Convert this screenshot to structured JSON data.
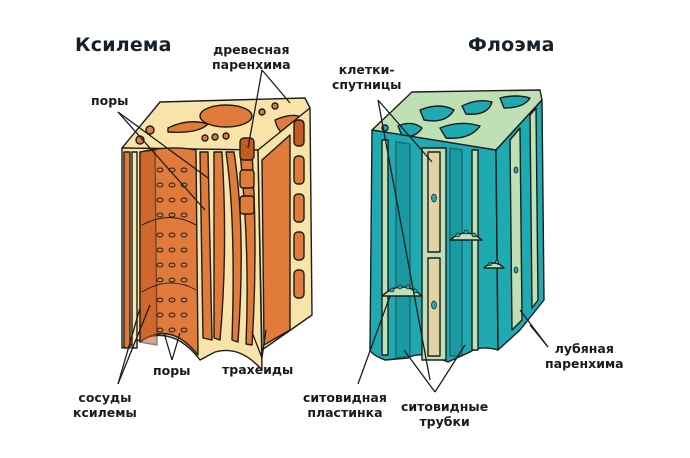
{
  "diagram": {
    "type": "biology-illustration",
    "subject": "Vascular tissues of plants",
    "colors": {
      "xylem_cell": "#E07B3C",
      "xylem_cell_dark": "#C45A22",
      "xylem_wall": "#F8E3A8",
      "phloem_cell": "#1FA9B0",
      "phloem_cell_dark": "#138A92",
      "phloem_wall": "#BFE0B4",
      "companion_cell": "#E2D3A6",
      "outline": "#1d1d1d"
    },
    "panels": [
      {
        "id": "xylem",
        "title": "Ксилема",
        "labels": {
          "wood_parenchyma_1": "древесная",
          "wood_parenchyma_2": "паренхима",
          "pores_top": "поры",
          "pores_bottom": "поры",
          "tracheids": "трахеиды",
          "vessels_1": "сосуды",
          "vessels_2": "ксилемы"
        }
      },
      {
        "id": "phloem",
        "title": "Флоэма",
        "labels": {
          "companion_cells_1": "клетки-",
          "companion_cells_2": "спутницы",
          "sieve_plate_1": "ситовидная",
          "sieve_plate_2": "пластинка",
          "sieve_tubes_1": "ситовидные",
          "sieve_tubes_2": "трубки",
          "phloem_parenchyma_1": "лубяная",
          "phloem_parenchyma_2": "паренхима"
        }
      }
    ]
  }
}
